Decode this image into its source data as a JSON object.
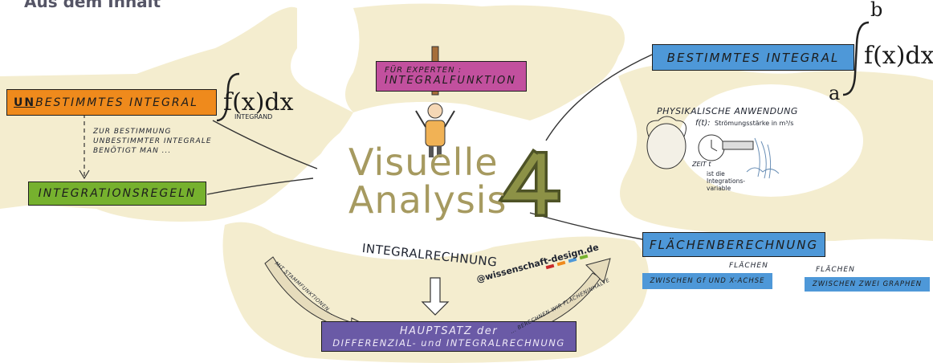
{
  "header": {
    "title_fragment": "Aus dem Inhalt"
  },
  "center": {
    "title_line1": "Visuelle",
    "title_line2": "Analysis",
    "volume": "4",
    "subtitle": "INTEGRALRECHNUNG",
    "credit": "@wissenschaft-design.de"
  },
  "nodes": {
    "unbestimmt": {
      "prefix": "UN",
      "text": " BESTIMMTES INTEGRAL",
      "formula": "f(x)dx",
      "caption": "INTEGRAND",
      "note_line1": "ZUR BESTIMMUNG",
      "note_line2": "UNBESTIMMTER INTEGRALE",
      "note_line3": "BENÖTIGT MAN ..."
    },
    "regeln": {
      "text": "INTEGRATIONSREGELN"
    },
    "experten": {
      "line1": "FÜR EXPERTEN :",
      "line2": "INTEGRALFUNKTION"
    },
    "bestimmt": {
      "text": "BESTIMMTES INTEGRAL",
      "formula": "f(x)dx",
      "upper": "b",
      "lower": "a"
    },
    "physik": {
      "title": "PHYSIKALISCHE ANWENDUNG",
      "ft": "f(t):",
      "flow": "Strömungsstärke in m³/s",
      "zeit": "ZEIT t",
      "var_line1": "ist die",
      "var_line2": "Integrations-",
      "var_line3": "variable"
    },
    "flaechen": {
      "text": "FLÄCHENBERECHNUNG",
      "sub1_top": "FLÄCHEN",
      "sub1": "ZWISCHEN Gf UND X-ACHSE",
      "sub2_top": "FLÄCHEN",
      "sub2": "ZWISCHEN ZWEI GRAPHEN"
    },
    "hauptsatz": {
      "line1": "HAUPTSATZ der",
      "line2": "DIFFERENZIAL- und INTEGRALRECHNUNG"
    },
    "arrow_left": "MIT STAMMFUNKTIONEN...",
    "arrow_right": "... BERECHNEN WIR FLÄCHENINHALTE"
  },
  "colors": {
    "beige": "#f4edcf",
    "orange": "#ef8a1c",
    "green": "#76b12e",
    "magenta": "#c2509e",
    "blue": "#4e98d8",
    "purple": "#6a5aa6",
    "olive": "#a69a60"
  }
}
